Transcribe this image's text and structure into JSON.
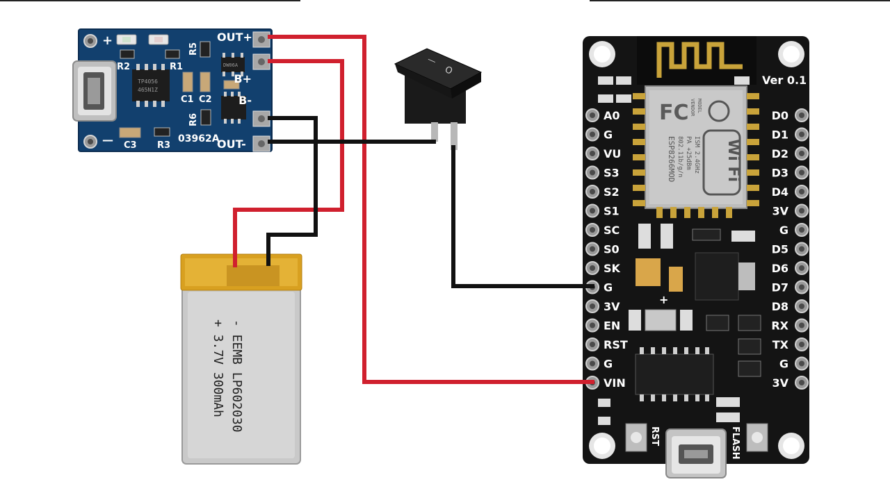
{
  "colors": {
    "wire_red": "#d0202e",
    "wire_black": "#111111",
    "charger_pcb": "#12406e",
    "mcu_pcb": "#141414",
    "battery_body": "#c9c9c9",
    "battery_tape": "#d8a020"
  },
  "charger": {
    "chip_top_label": "TP4056",
    "chip_bottom_label": "465N1Z",
    "board_code": "03962A",
    "protect_chip_label": "DW06A",
    "plus_sign": "+",
    "minus_sign": "—",
    "pins": {
      "out_plus": "OUT+",
      "b_plus": "B+",
      "b_minus": "B-",
      "out_minus": "OUT-"
    },
    "components": {
      "r2": "R2",
      "r1": "R1",
      "r5": "R5",
      "r6": "R6",
      "c1": "C1",
      "c2": "C2",
      "c3": "C3",
      "r3": "R3"
    }
  },
  "switch": {
    "mark_on": "—",
    "mark_off": "O"
  },
  "battery": {
    "line1": "- EEMB LP602030",
    "line2": "+ 3.7V 300mAh"
  },
  "nodemcu": {
    "version": "Ver 0.1",
    "module_name": "ESP8266MOD",
    "module_vendor_1": "MODEL",
    "module_vendor_2": "VENDOR",
    "module_brand": "FC",
    "module_specs": [
      "ISM 2.4GHz",
      "PA +25dBm",
      "802.11b/g/n"
    ],
    "wifi_text": "Wi Fi",
    "left_pins": [
      "A0",
      "G",
      "VU",
      "S3",
      "S2",
      "S1",
      "SC",
      "S0",
      "SK",
      "G",
      "3V",
      "EN",
      "RST",
      "G",
      "VIN"
    ],
    "right_pins": [
      "D0",
      "D1",
      "D2",
      "D3",
      "D4",
      "3V",
      "G",
      "D5",
      "D6",
      "D7",
      "D8",
      "RX",
      "TX",
      "G",
      "3V"
    ],
    "btn_rst": "RST",
    "btn_flash": "FLASH",
    "plus_mark": "+"
  }
}
